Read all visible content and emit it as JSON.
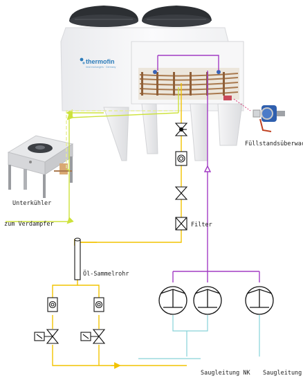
{
  "brand": {
    "name": "thermofin",
    "tagline": "heat exchangers · Germany"
  },
  "labels": {
    "level_monitoring": "Füllstandsüberwachung",
    "subcooler": "Unterkühler",
    "to_evaporator": "zum Verdampfer",
    "filter": "Filter",
    "oil_header": "Öl-Sammelrohr",
    "suction_nk": "Saugleitung NK",
    "suction_tk": "Saugleitung TK"
  },
  "colors": {
    "liquid_line": "#f2c300",
    "subcooled_line": "#cde23b",
    "dashed_line": "#e6ee9a",
    "hot_gas_line": "#a23cc4",
    "suction_line": "#86d2d8",
    "level_signal": "#d9407a",
    "equipment": "#111111"
  },
  "icons": [
    "condenser-unit",
    "subcooler-unit",
    "level-sensor",
    "ball-valve",
    "sight-glass",
    "filter-drier",
    "solenoid-valve",
    "compressor"
  ]
}
